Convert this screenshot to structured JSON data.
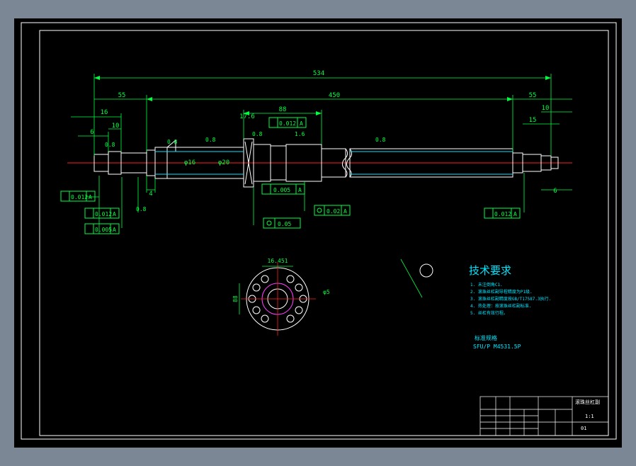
{
  "dims": {
    "overall": "534",
    "screw_len": "450",
    "left_seg": "55",
    "right_seg": "55",
    "d16": "16",
    "d6": "6",
    "d10": "10",
    "d10r": "10",
    "d15r": "15",
    "d6r": "6",
    "d4": "4",
    "d17": "17.6",
    "nut_len": "88",
    "bore1": "φ20",
    "bore2": "φ16"
  },
  "tolerances": {
    "t1": "0.012",
    "t2": "0.012",
    "t3": "0.005",
    "t4": "0.012",
    "t5": "0.005",
    "t6": "0.02",
    "t7": "0.05",
    "t8": "0.012"
  },
  "datum": "A",
  "surface_marks": [
    "0.8",
    "0.8",
    "0.8",
    "1.6",
    "0.8",
    "0.8",
    "0.8"
  ],
  "flange_view": {
    "dim_top": "16.451",
    "dim_left": "88",
    "dim_right": "φ5"
  },
  "notes": {
    "title": "技术要求",
    "items": [
      "1. 未注倒角C1.",
      "2. 滚珠丝杠副导程精度为P1级.",
      "3. 滚珠丝杠副精度按GB/T17587.3执行.",
      "4. 热处理：按滚珠丝杠副标准.",
      "5. 丝杠有效行程。"
    ],
    "spec_heading": "标准规格",
    "spec_code": "SFU/P M4531.5P"
  },
  "title_block": {
    "name": "滚珠丝杠副",
    "scale": "1:1",
    "number": "01"
  }
}
